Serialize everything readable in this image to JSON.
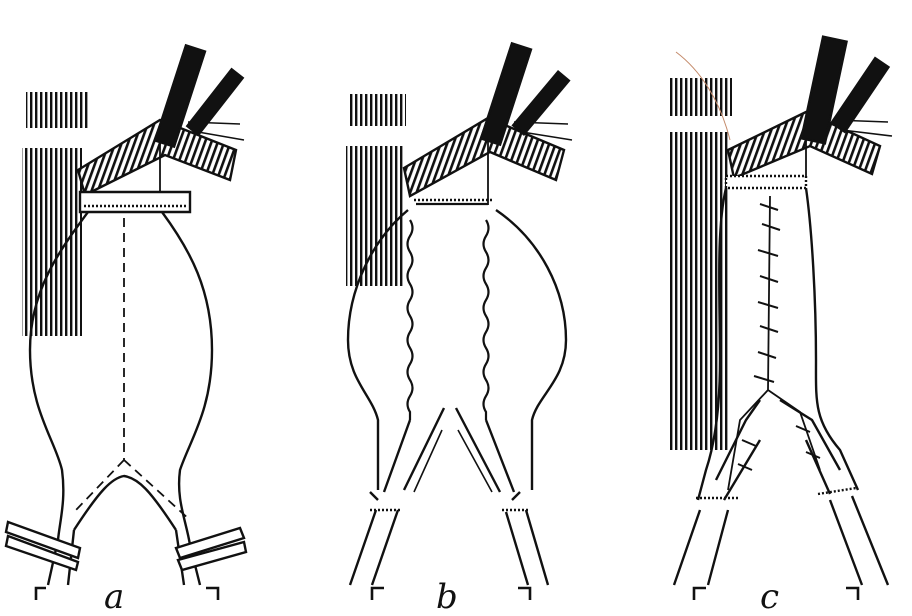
{
  "figure": {
    "panels": [
      {
        "id": "a",
        "label": "a"
      },
      {
        "id": "b",
        "label": "b"
      },
      {
        "id": "c",
        "label": "c"
      }
    ],
    "colors": {
      "ink": "#111111",
      "paper": "#ffffff"
    }
  }
}
